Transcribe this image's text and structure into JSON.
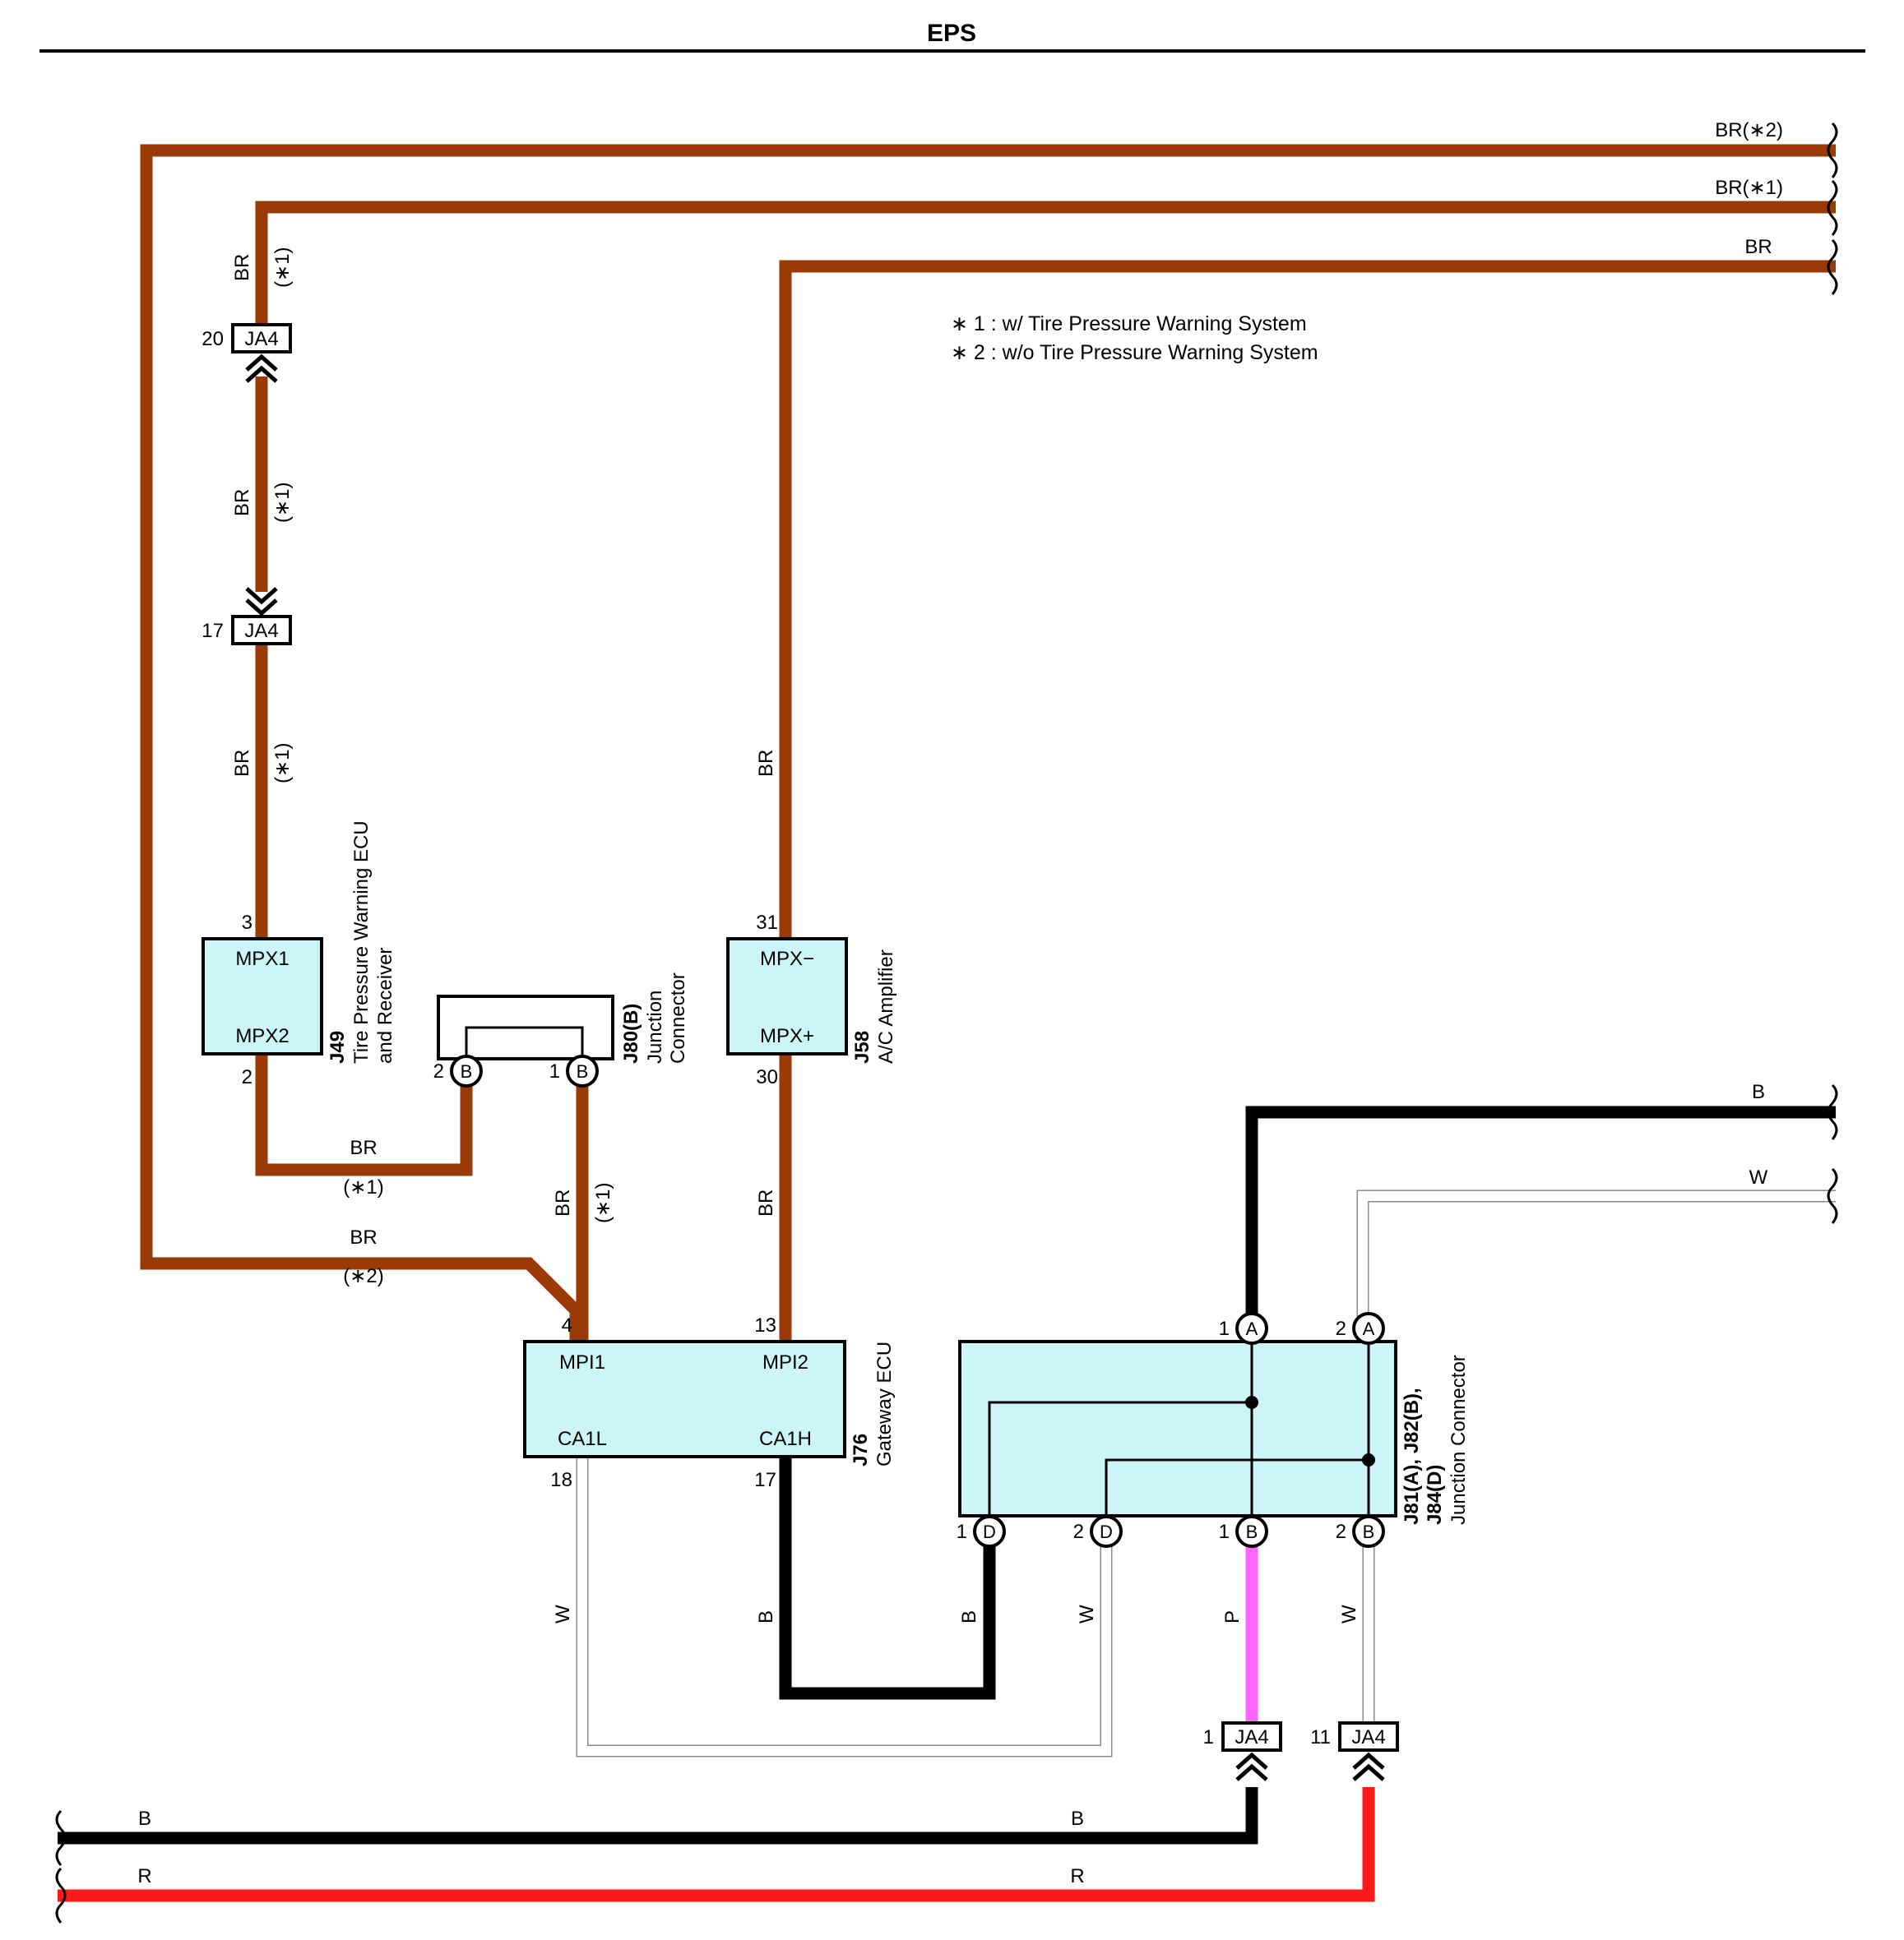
{
  "title": "EPS",
  "notes": {
    "note1": "∗ 1 : w/ Tire Pressure Warning System",
    "note2": "∗ 2 : w/o Tire Pressure Warning System"
  },
  "wire_colors": {
    "BR": "#9a3a06",
    "B": "#000000",
    "R": "#ff1a1a",
    "P": "#ff66ff",
    "W": "#ffffff"
  },
  "wire_labels": {
    "br_top_2": "BR(∗2)",
    "br_top_1": "BR(∗1)",
    "br_top": "BR",
    "br": "BR",
    "b": "B",
    "w": "W",
    "r": "R",
    "p": "P",
    "var1": "(∗1)",
    "var2": "(∗2)"
  },
  "components": {
    "j49": {
      "code": "J49",
      "name_line1": "Tire Pressure Warning ECU",
      "name_line2": "and Receiver",
      "term_top": "MPX1",
      "term_bottom": "MPX2",
      "pin_top": "3",
      "pin_bottom": "2"
    },
    "j80": {
      "code": "J80(B)",
      "name_line1": "Junction",
      "name_line2": "Connector",
      "pin_left": "2",
      "pin_right": "1",
      "letter": "B"
    },
    "j58": {
      "code": "J58",
      "name": "A/C Amplifier",
      "term_top": "MPX−",
      "term_bottom": "MPX+",
      "pin_top": "31",
      "pin_bottom": "30"
    },
    "j76": {
      "code": "J76",
      "name": "Gateway ECU",
      "term_tl": "MPI1",
      "term_tr": "MPI2",
      "term_bl": "CA1L",
      "term_br": "CA1H",
      "pin_tl": "4",
      "pin_tr": "13",
      "pin_bl": "18",
      "pin_br": "17"
    },
    "j81": {
      "code": "J81(A), J82(B),",
      "code2": "J84(D)",
      "name": "Junction Connector",
      "pin_a1": "1",
      "pin_a2": "2",
      "pin_d1": "1",
      "pin_d2": "2",
      "pin_b1": "1",
      "pin_b2": "2",
      "letter_a": "A",
      "letter_b": "B",
      "letter_d": "D"
    }
  },
  "connectors": {
    "ja4_20": {
      "name": "JA4",
      "pin": "20"
    },
    "ja4_17": {
      "name": "JA4",
      "pin": "17"
    },
    "ja4_1": {
      "name": "JA4",
      "pin": "1"
    },
    "ja4_11": {
      "name": "JA4",
      "pin": "11"
    }
  }
}
